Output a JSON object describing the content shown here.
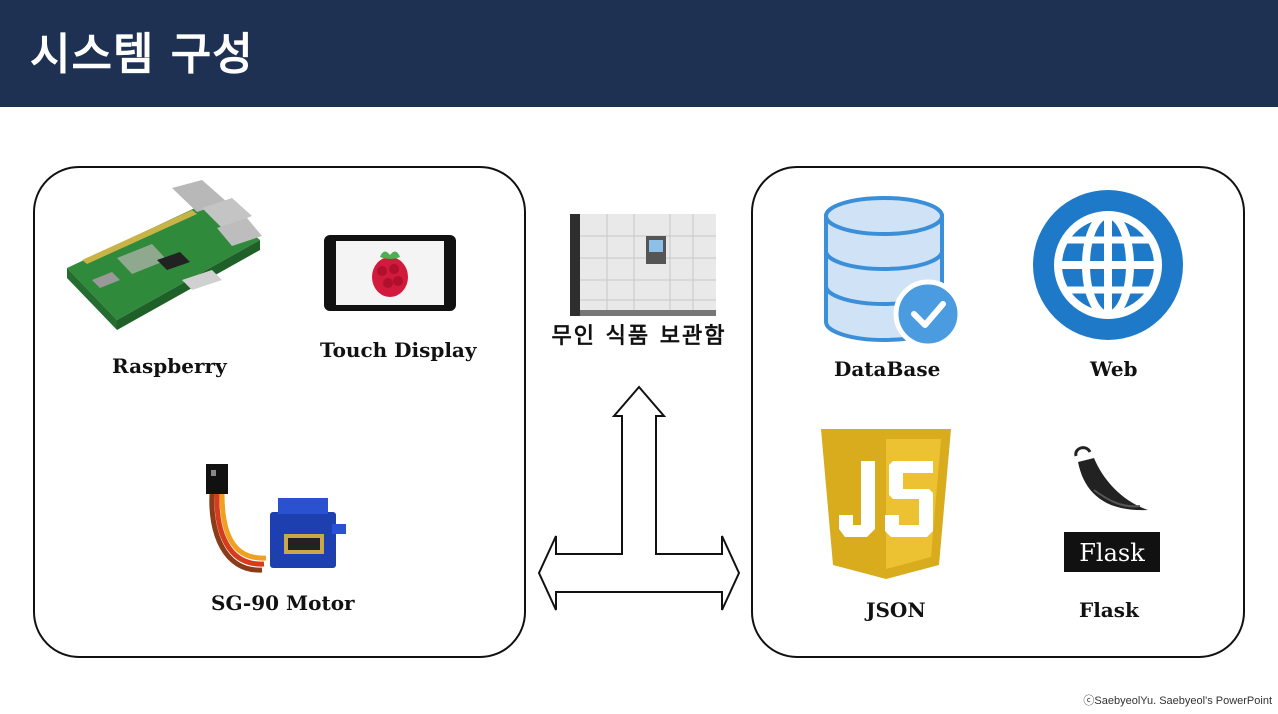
{
  "header": {
    "title": "시스템 구성"
  },
  "left_panel": {
    "raspberry_label": "Raspberry",
    "touch_display_label": "Touch Display",
    "motor_label": "SG-90 Motor"
  },
  "center": {
    "locker_label": "무인 식품 보관함"
  },
  "right_panel": {
    "database_label": "DataBase",
    "web_label": "Web",
    "json_label": "JSON",
    "flask_label": "Flask",
    "flask_logo_text": "Flask"
  },
  "footer": {
    "copyright": "ⓒSaebyeolYu. Saebyeol's PowerPoint"
  },
  "colors": {
    "header_bg": "#1f3153",
    "web_blue": "#1e7ac8",
    "db_blue": "#3b8fd8",
    "js_yellow": "#e8c02a"
  }
}
